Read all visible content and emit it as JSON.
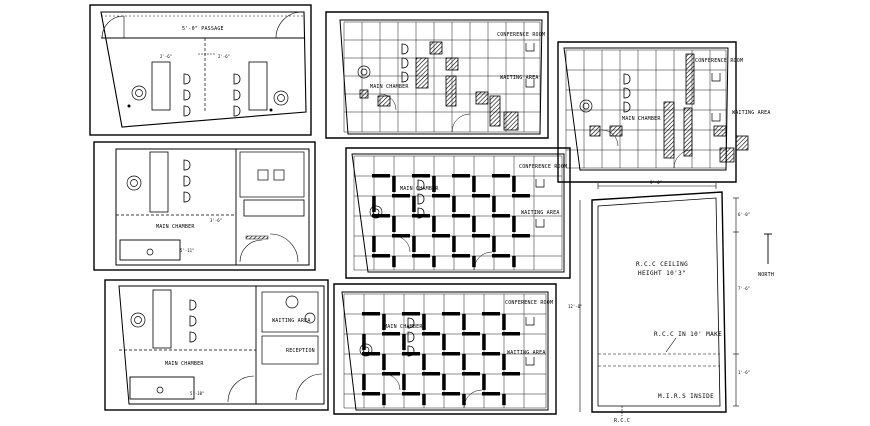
{
  "plan_1": {
    "passage_label": "5'-0\" PASSAGE",
    "main_chamber_label": ""
  },
  "plan_2": {
    "main_chamber_label": "MAIN CHAMBER",
    "dim_a": "5'-11\"",
    "dim_b": "3'-6\""
  },
  "plan_3": {
    "main_chamber_label": "MAIN CHAMBER",
    "waiting_label": "WAITING AREA",
    "reception_label": "RECEPTION",
    "dim_a": "5'-10\""
  },
  "plan_4": {
    "main_chamber_label": "MAIN CHAMBER",
    "conference_label": "CONFERENCE ROOM",
    "waiting_label": "WAITING AREA"
  },
  "plan_5": {
    "main_chamber_label": "MAIN CHAMBER",
    "conference_label": "CONFERENCE ROOM",
    "waiting_label": "WAITING AREA"
  },
  "plan_6": {
    "main_chamber_label": "MAIN CHAMBER",
    "conference_label": "CONFERENCE ROOM",
    "waiting_label": "WAITING AREA"
  },
  "plan_7": {
    "main_chamber_label": "MAIN CHAMBER",
    "conference_label": "CONFERENCE ROOM",
    "waiting_label": "WAITING AREA"
  },
  "ceiling_plan": {
    "ceiling_line1": "R.C.C CEILING",
    "ceiling_line2": "HEIGHT 10'3\"",
    "rcc_ms_label": "R.C.C IN 10' MAKE",
    "mrs_label": "M.I.R.S INSIDE",
    "rcc_bottom_label": "R.C.C",
    "dim_top": "9'-0\"",
    "dim_right_1": "6'-0\"",
    "dim_right_2": "7'-6\"",
    "dim_right_3": "1'-6\"",
    "dim_left": "12'-0\""
  },
  "north_label": "NORTH",
  "colors": {
    "line": "#000000",
    "background": "#ffffff"
  }
}
